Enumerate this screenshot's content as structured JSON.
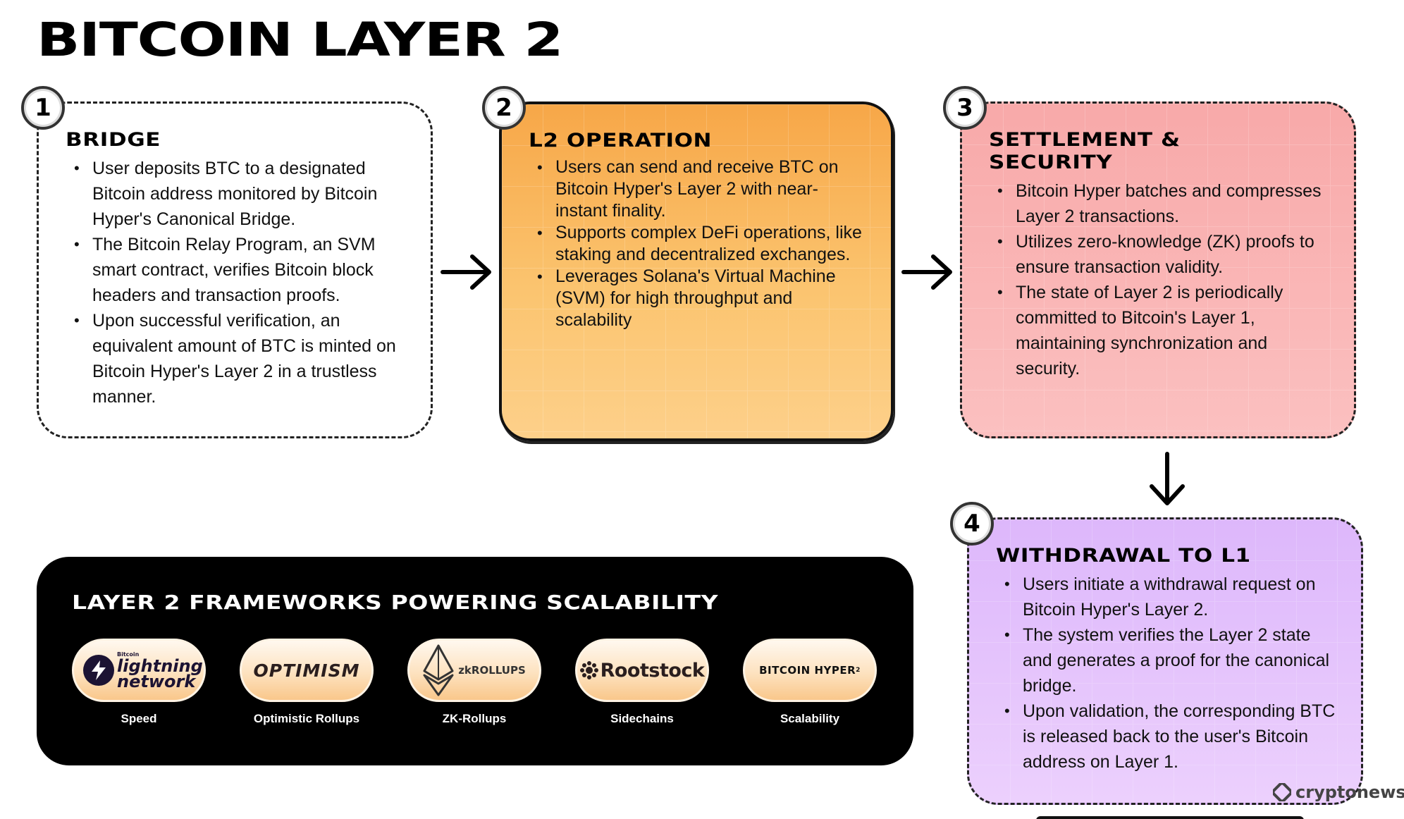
{
  "page_title": "BITCOIN LAYER 2",
  "steps": [
    {
      "number": "1",
      "title": "BRIDGE",
      "bullets": [
        "User deposits BTC to a designated Bitcoin address monitored by Bitcoin Hyper's Canonical Bridge.",
        "The Bitcoin Relay Program, an SVM smart contract, verifies Bitcoin block headers and transaction proofs.",
        "Upon successful verification, an equivalent amount of BTC is minted on Bitcoin Hyper's Layer 2 in a trustless manner."
      ]
    },
    {
      "number": "2",
      "title": "L2 OPERATION",
      "bullets": [
        "Users can send and receive BTC on Bitcoin Hyper's Layer 2 with near-instant finality.",
        "Supports complex DeFi operations, like staking and decentralized exchanges.",
        "Leverages Solana's Virtual Machine (SVM) for high throughput and scalability"
      ]
    },
    {
      "number": "3",
      "title_line1": "SETTLEMENT &",
      "title_line2": "SECURITY",
      "bullets": [
        "Bitcoin Hyper batches and compresses Layer 2 transactions.",
        "Utilizes zero-knowledge (ZK) proofs to ensure transaction validity.",
        "The state of Layer 2 is periodically committed to Bitcoin's Layer 1, maintaining synchronization and security."
      ]
    },
    {
      "number": "4",
      "title": "WITHDRAWAL TO L1",
      "bullets": [
        "Users initiate a withdrawal request on Bitcoin Hyper's Layer 2.",
        "The system verifies the Layer 2 state and generates a proof for the canonical bridge.",
        "Upon validation, the corresponding BTC is released back to the user's Bitcoin address on Layer 1."
      ]
    }
  ],
  "frameworks": {
    "title": "LAYER 2 FRAMEWORKS POWERING SCALABILITY",
    "items": [
      {
        "logo_text": "lightning network",
        "logo_small": "Bitcoin",
        "label": "Speed",
        "icon": "lightning-bolt-icon"
      },
      {
        "logo_text": "OPTIMISM",
        "label": "Optimistic Rollups"
      },
      {
        "logo_text": "zkROLLUPS",
        "label": "ZK-Rollups",
        "icon": "ethereum-diamond-icon"
      },
      {
        "logo_text": "Rootstock",
        "label": "Sidechains",
        "icon": "rootstock-gear-icon"
      },
      {
        "logo_text": "BITCOIN HYPER",
        "logo_sup": "2",
        "label": "Scalability"
      }
    ]
  },
  "watermark": "cryptonews",
  "colors": {
    "step2": "#f9b65c",
    "step3": "#f9b3b3",
    "step4": "#e4c3fc",
    "frameworks_bg": "#000000"
  }
}
